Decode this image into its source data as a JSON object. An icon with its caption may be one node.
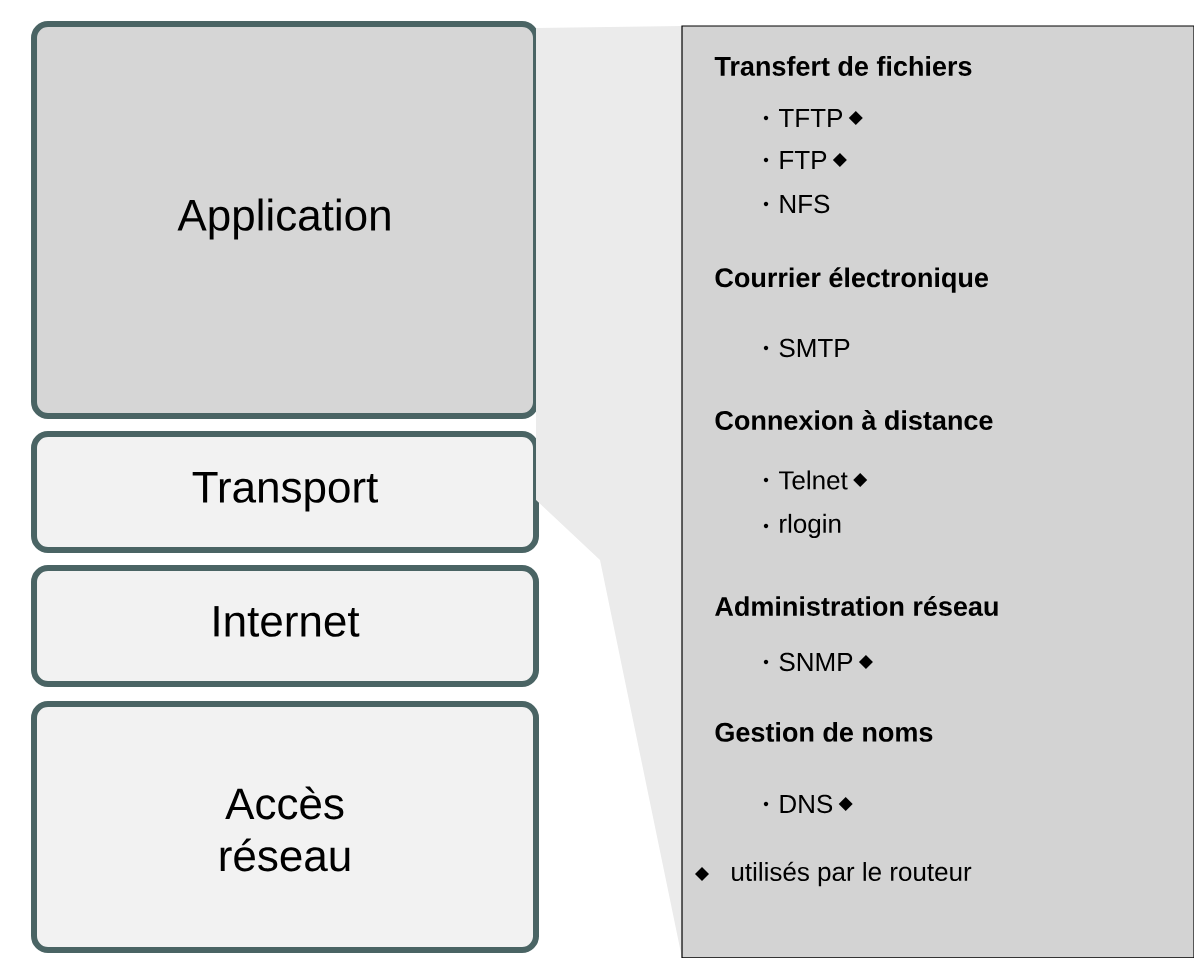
{
  "diagram": {
    "nodes": [
      {
        "text": [
          "Application"
        ]
      },
      {
        "text": [
          "Transport"
        ]
      },
      {
        "text": [
          "Internet"
        ]
      },
      {
        "text": [
          "Accès réseau"
        ]
      },
      {
        "text": [
          "Transfert de fichiers",
          "TFTP",
          "FTP",
          "NFS",
          "Courrier électronique",
          "SMTP",
          "Connexion à distance",
          "Telnet",
          "rlogin",
          "Administration réseau",
          "SNMP",
          "Gestion de noms",
          "DNS"
        ]
      }
    ],
    "edges": [],
    "legend": [
      {
        "text": "utilisés par le routeur"
      }
    ]
  }
}
